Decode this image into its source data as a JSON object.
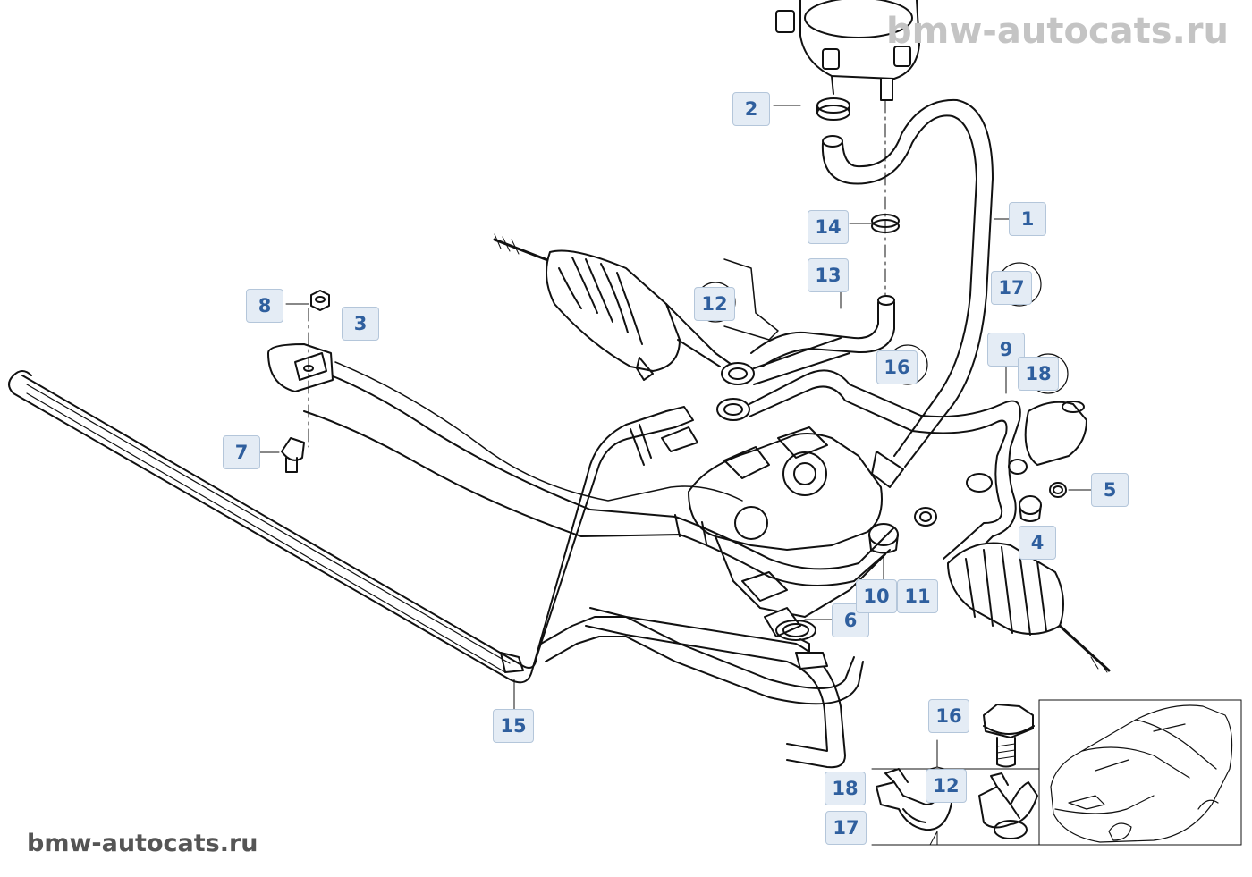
{
  "watermark": {
    "top": "bmw-autocats.ru",
    "bottom": "bmw-autocats.ru"
  },
  "callouts": {
    "c1": "1",
    "c2": "2",
    "c3": "3",
    "c4": "4",
    "c5": "5",
    "c6": "6",
    "c7": "7",
    "c8": "8",
    "c9": "9",
    "c10": "10",
    "c11": "11",
    "c12": "12",
    "c13": "13",
    "c14": "14",
    "c15": "15",
    "c16": "16",
    "c17": "17",
    "c18": "18",
    "d16": "16",
    "d18": "18",
    "d12": "12",
    "d17": "17"
  },
  "colors": {
    "callout_text": "#2f5f9e",
    "callout_fill": "#e4ecf5",
    "line": "#111111",
    "watermark_top": "#c4c4c4",
    "watermark_bottom": "#555555"
  }
}
